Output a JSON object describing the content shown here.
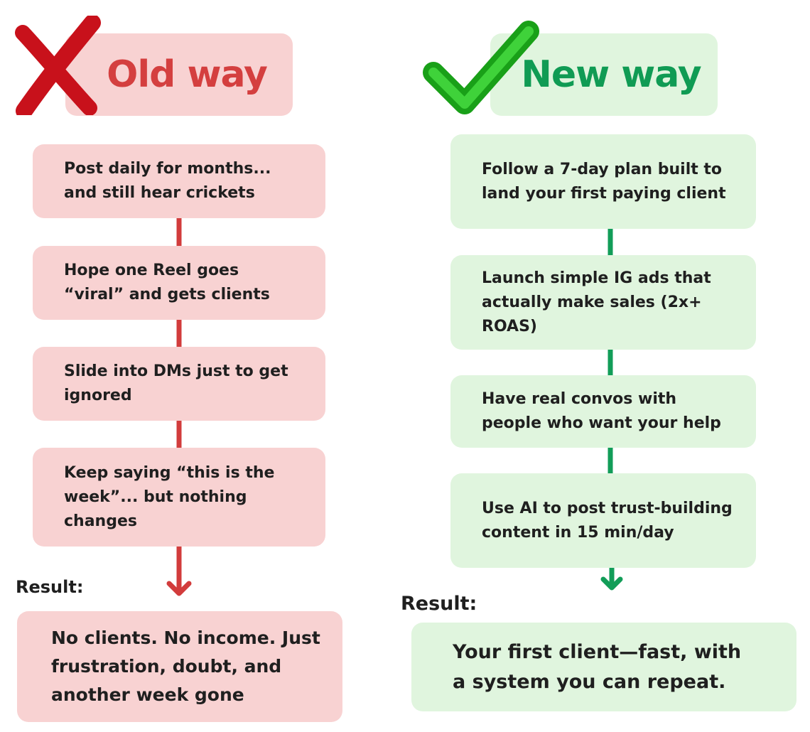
{
  "old_way": {
    "title": "Old way",
    "color": "#d43f3f",
    "steps": [
      "Post daily for months... and still hear crickets",
      "Hope one Reel goes “viral” and gets clients",
      "Slide into DMs just to get ignored",
      "Keep saying “this is the week”... but nothing changes"
    ],
    "result_label": "Result:",
    "result_text": "No clients. No income. Just frustration, doubt, and another week gone"
  },
  "new_way": {
    "title": "New way",
    "color": "#109b54",
    "steps": [
      "Follow a 7-day plan built to land your first paying client",
      "Launch simple IG ads that actually make sales (2x+ ROAS)",
      "Have real convos with people who want your help",
      "Use AI to post trust-building content in 15 min/day"
    ],
    "result_label": "Result:",
    "result_text": "Your first client—fast, with a system you can repeat."
  },
  "icons": {
    "old": "red-x-icon",
    "new": "green-check-icon"
  }
}
